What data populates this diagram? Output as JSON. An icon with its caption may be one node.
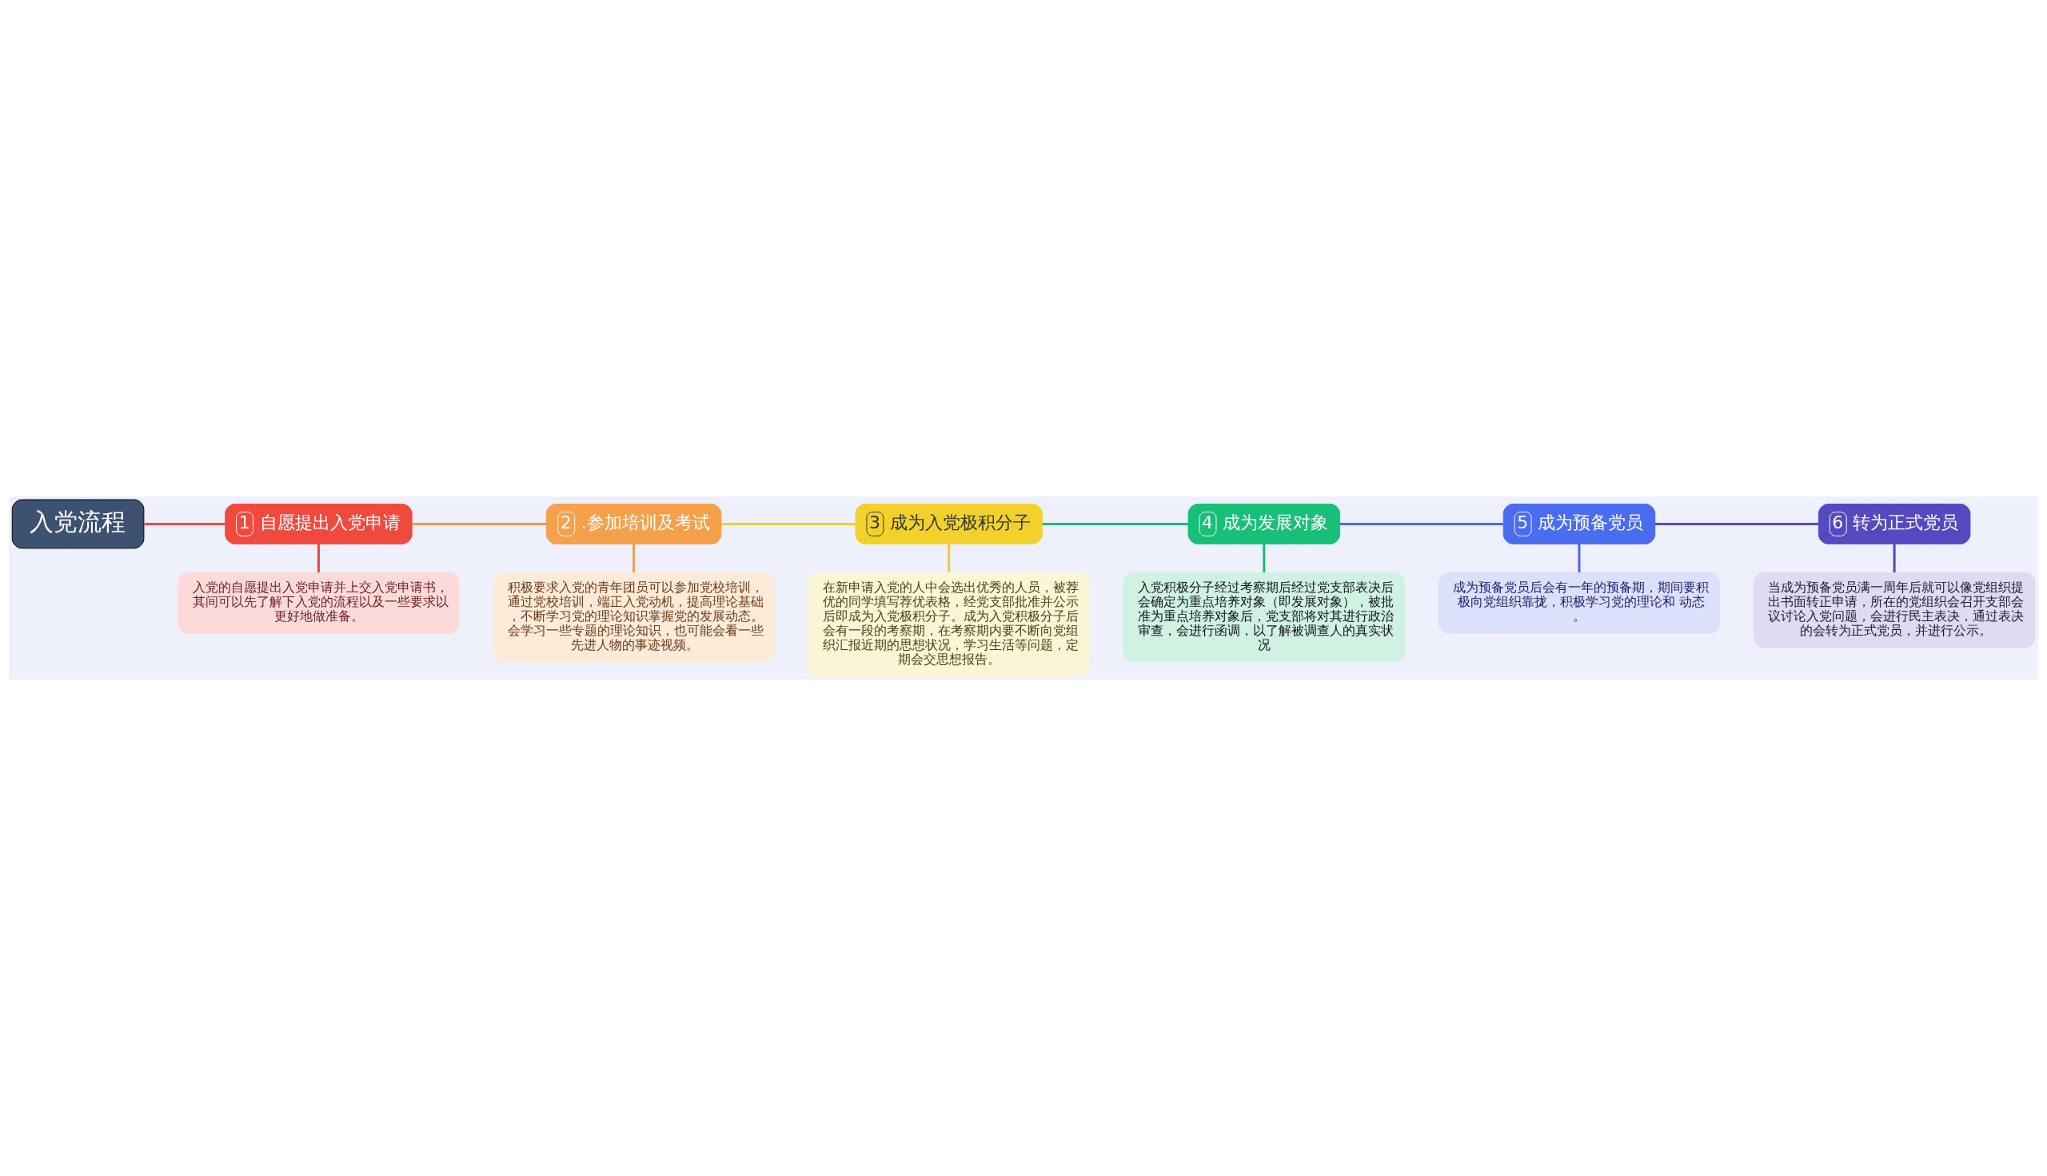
{
  "diagram": {
    "nodes": [
      {
        "text": [
          "入党流程"
        ]
      },
      {
        "text": [
          "1",
          "自愿提出入党申请"
        ]
      },
      {
        "text": [
          "2",
          ".参加培训及考试"
        ]
      },
      {
        "text": [
          "入党的自愿提出入党申请并上交入党申请书，其间可以先了解下入党的流程以及一些要求以更好地做准备。"
        ]
      },
      {
        "text": [
          "积极要求入党的青年团员可以参加党校培训，通过党校培训，端正入党动机，提高理论基础，不断学习党的理论知识掌握党的发展动态。会学习一些专题的理论知识，也可能会看一些先进人物的事迹视频。"
        ]
      },
      {
        "text": [
          "5",
          "成为预备党员"
        ]
      },
      {
        "text": [
          "4",
          "成为发展对象"
        ]
      },
      {
        "text": [
          "3",
          "成为入党极积分子"
        ]
      },
      {
        "text": [
          "成为预备党员后会有一年的预备期，期间要积极向党组织靠拢，积极学习党的理论和 动态。"
        ]
      },
      {
        "text": [
          "入党积极分子经过考察期后经过党支部表决后会确定为重点培养对象（即发展对象），被批准为重点培养对象后，党支部将对其进行政治审查，会进行函调，以了解被调查人的真实状况"
        ]
      },
      {
        "text": [
          "在新申请入党的人中会选出优秀的人员，被荐优的同学填写荐优表格，经党支部批准并公示后即成为入党极积分子。成为入党积极分子后会有一段的考察期，在考察期内要不断向党组织汇报近期的思想状况，学习生活等问题，定期会交思想报告。"
        ]
      },
      {
        "text": [
          "6",
          "转为正式党员"
        ]
      },
      {
        "text": [
          "当成为预备党员满一周年后就可以像党组织提出书面转正申请，所在的党组织会召开支部会议讨论入党问题，会进行民主表决，通过表决的会转为正式党员，并进行公示。"
        ]
      }
    ],
    "edges": [
      {
        "from": 0,
        "to": 1,
        "arrow": "none",
        "color": "#f04a3e"
      },
      {
        "from": 1,
        "to": 3,
        "arrow": "none",
        "color": "#e8453c"
      },
      {
        "from": 1,
        "to": 2,
        "arrow": "none",
        "color": "#f29a4a"
      },
      {
        "from": 2,
        "to": 4,
        "arrow": "none",
        "color": "#f0a050"
      },
      {
        "from": 2,
        "to": 7,
        "arrow": "none",
        "color": "#f0cf2a"
      },
      {
        "from": 7,
        "to": 10,
        "arrow": "none",
        "color": "#eccc2a"
      },
      {
        "from": 7,
        "to": 6,
        "arrow": "none",
        "color": "#1cbf77"
      },
      {
        "from": 6,
        "to": 9,
        "arrow": "none",
        "color": "#18b870"
      },
      {
        "from": 6,
        "to": 5,
        "arrow": "none",
        "color": "#4a6cf0"
      },
      {
        "from": 5,
        "to": 8,
        "arrow": "none",
        "color": "#4a64e6"
      },
      {
        "from": 5,
        "to": 11,
        "arrow": "none",
        "color": "#5548c0"
      },
      {
        "from": 11,
        "to": 12,
        "arrow": "none",
        "color": "#5246b8"
      }
    ]
  }
}
